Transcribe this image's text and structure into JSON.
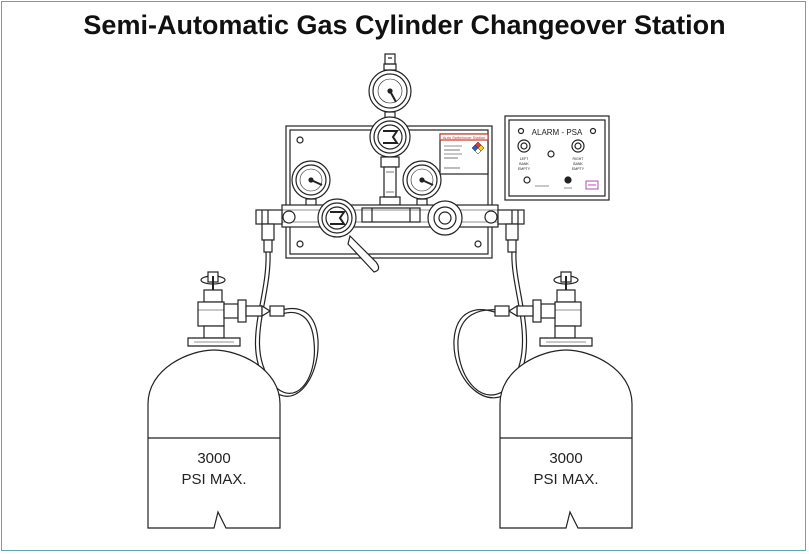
{
  "title": "Semi-Automatic Gas Cylinder Changeover Station",
  "alarm_panel": {
    "heading": "ALARM - PSA",
    "left_label": [
      "LEFT",
      "BANK",
      "EMPTY"
    ],
    "right_label": [
      "RIGHT",
      "BANK",
      "EMPTY"
    ]
  },
  "station_label": {
    "header": "Auto Switchover Station"
  },
  "cylinders": [
    {
      "line1": "3000",
      "line2": "PSI MAX."
    },
    {
      "line1": "3000",
      "line2": "PSI MAX."
    }
  ],
  "colors": {
    "frame_border": "#5fa8b0",
    "line": "#222222",
    "label_red": "#c0392b",
    "hazard_red": "#e53935",
    "hazard_blue": "#1e63c6",
    "hazard_yellow": "#f2d40b",
    "alarm_purple": "#a020a0"
  }
}
